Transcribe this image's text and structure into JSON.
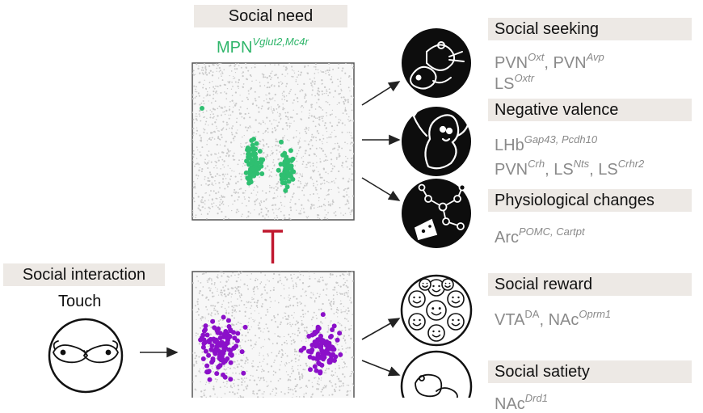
{
  "social_need": {
    "header": "Social need",
    "population_base": "MPN",
    "population_genes": "Vglut2,Mc4r",
    "dot_color": "#2fbf71"
  },
  "social_interaction": {
    "header": "Social interaction",
    "subheader": "Touch",
    "dot_color": "#8b10c9"
  },
  "inhibition_color": "#c0182f",
  "outputs": {
    "seeking": {
      "header": "Social seeking",
      "line1": [
        {
          "base": "PVN",
          "sup": "Oxt",
          "after": ", "
        },
        {
          "base": "PVN",
          "sup": "Avp",
          "after": ""
        }
      ],
      "line2": [
        {
          "base": "LS",
          "sup": "Oxtr",
          "after": ""
        }
      ]
    },
    "valence": {
      "header": "Negative valence",
      "line1": [
        {
          "base": "LHb",
          "sup": "Gap43, Pcdh10",
          "after": ""
        }
      ],
      "line2": [
        {
          "base": "PVN",
          "sup": "Crh",
          "after": ", "
        },
        {
          "base": "LS",
          "sup": "Nts",
          "after": ", "
        },
        {
          "base": "LS",
          "sup": "Crhr2",
          "after": ""
        }
      ]
    },
    "physiological": {
      "header": "Physiological changes",
      "line1": [
        {
          "base": "Arc",
          "sup": "POMC, Cartpt",
          "after": ""
        }
      ]
    },
    "reward": {
      "header": "Social reward",
      "line1": [
        {
          "base": "VTA",
          "sup": "DA",
          "after": ", "
        },
        {
          "base": "NAc",
          "sup": "Oprm1",
          "after": ""
        }
      ]
    },
    "satiety": {
      "header": "Social satiety",
      "line1": [
        {
          "base": "NAc",
          "sup": "Drd1",
          "after": ""
        }
      ]
    }
  }
}
